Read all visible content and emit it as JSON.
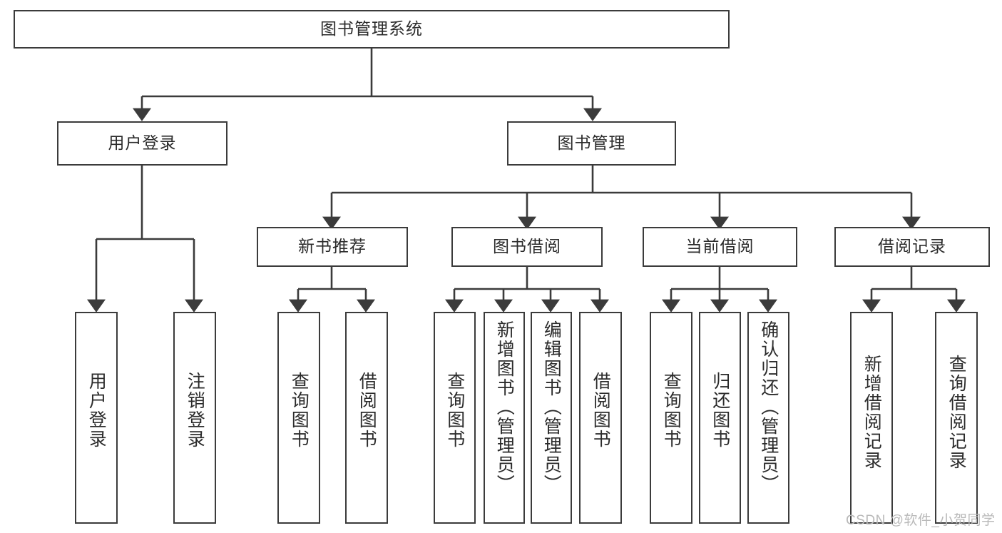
{
  "diagram": {
    "type": "tree-hierarchy-chart",
    "title": "图书管理系统",
    "style": {
      "background": "#ffffff",
      "box_border": "#3b3b3b",
      "text_color": "#2b2b2b",
      "connector": "#3b3b3b",
      "watermark_color": "#b9b9b9"
    },
    "nodes": {
      "root": {
        "label": "图书管理系统",
        "level": 1,
        "orientation": "horizontal"
      },
      "l2": [
        {
          "id": "user-login",
          "label": "用户登录",
          "level": 2,
          "orientation": "horizontal"
        },
        {
          "id": "book-manage",
          "label": "图书管理",
          "level": 2,
          "orientation": "horizontal"
        }
      ],
      "l3": [
        {
          "id": "new-book-recommend",
          "label": "新书推荐",
          "level": 3,
          "orientation": "horizontal",
          "parent": "book-manage"
        },
        {
          "id": "book-borrow",
          "label": "图书借阅",
          "level": 3,
          "orientation": "horizontal",
          "parent": "book-manage"
        },
        {
          "id": "current-borrow",
          "label": "当前借阅",
          "level": 3,
          "orientation": "horizontal",
          "parent": "book-manage"
        },
        {
          "id": "borrow-record",
          "label": "借阅记录",
          "level": 3,
          "orientation": "horizontal",
          "parent": "book-manage"
        }
      ],
      "leaves": [
        {
          "id": "leaf-user-login",
          "label": "用户登录",
          "parent": "user-login",
          "orientation": "vertical"
        },
        {
          "id": "leaf-logout-login",
          "label": "注销登录",
          "parent": "user-login",
          "orientation": "vertical"
        },
        {
          "id": "leaf-query-book-1",
          "label": "查询图书",
          "parent": "new-book-recommend",
          "orientation": "vertical"
        },
        {
          "id": "leaf-borrow-book-1",
          "label": "借阅图书",
          "parent": "new-book-recommend",
          "orientation": "vertical"
        },
        {
          "id": "leaf-query-book-2",
          "label": "查询图书",
          "parent": "book-borrow",
          "orientation": "vertical"
        },
        {
          "id": "leaf-add-book",
          "label": "新增图书（管理员）",
          "parent": "book-borrow",
          "orientation": "vertical"
        },
        {
          "id": "leaf-edit-book",
          "label": "编辑图书（管理员）",
          "parent": "book-borrow",
          "orientation": "vertical"
        },
        {
          "id": "leaf-borrow-book-2",
          "label": "借阅图书",
          "parent": "book-borrow",
          "orientation": "vertical"
        },
        {
          "id": "leaf-query-book-3",
          "label": "查询图书",
          "parent": "current-borrow",
          "orientation": "vertical"
        },
        {
          "id": "leaf-return-book",
          "label": "归还图书",
          "parent": "current-borrow",
          "orientation": "vertical"
        },
        {
          "id": "leaf-confirm-return",
          "label": "确认归还（管理员）",
          "parent": "current-borrow",
          "orientation": "vertical"
        },
        {
          "id": "leaf-add-record",
          "label": "新增借阅记录",
          "parent": "borrow-record",
          "orientation": "vertical"
        },
        {
          "id": "leaf-query-record",
          "label": "查询借阅记录",
          "parent": "borrow-record",
          "orientation": "vertical"
        }
      ]
    },
    "watermark": "CSDN @软件_小贺同学"
  }
}
